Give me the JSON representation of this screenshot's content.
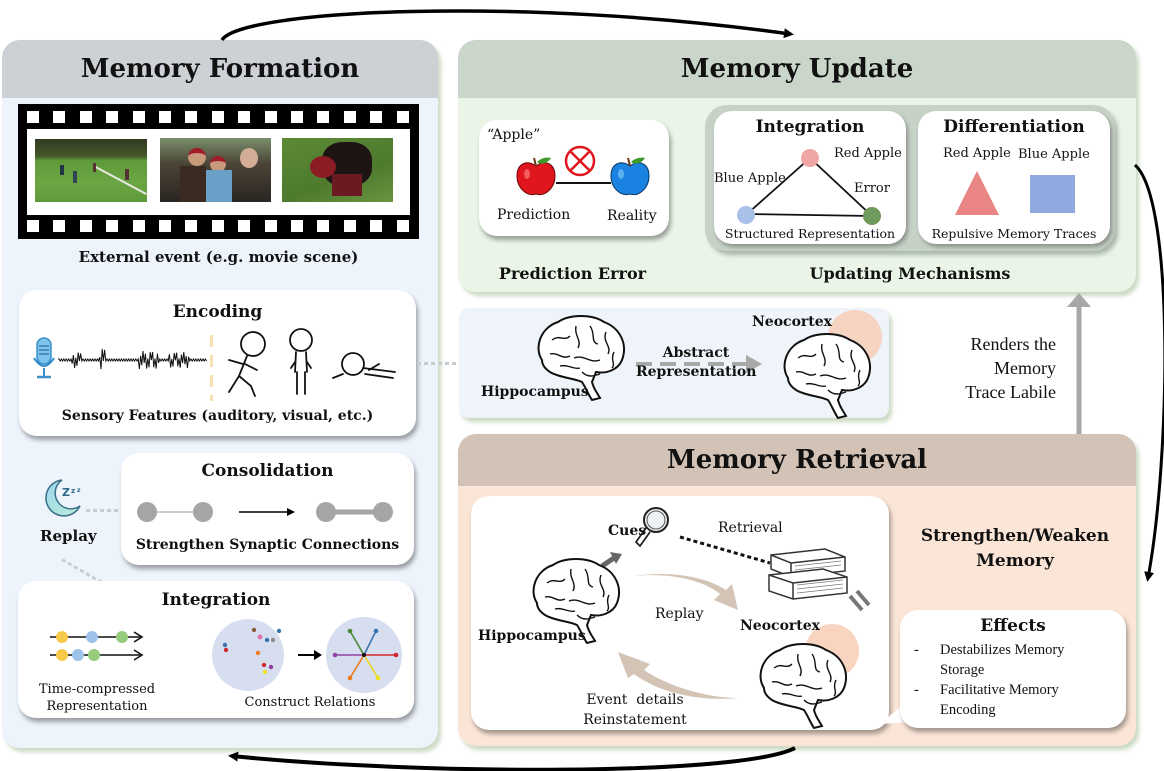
{
  "colors": {
    "formation_head": "#cdd0d4",
    "formation_body": "#eef4fc",
    "update_head": "#c9d6c9",
    "update_body": "#eaf5e8",
    "retrieval_head": "#d3c3b6",
    "retrieval_body": "#fbe5d7",
    "bridge_body": "#eef4fa",
    "red_node": "#f0a6a6",
    "blue_node": "#a9c0e8",
    "green_node": "#6f9a5e",
    "triangle": "#e98585",
    "square": "#8faadf",
    "grey_arrow": "#a8a8a8",
    "tan_arrow": "#d4c4b6",
    "neocortex_blob": "#f8cdb6",
    "hippocampus_blob": "#c7d3ee"
  },
  "formation": {
    "title": "Memory Formation",
    "film_caption": "External event (e.g. movie scene)",
    "film_frames": [
      "lacrosse-field-scene",
      "crowd-scene",
      "player-fallen-scene"
    ],
    "encoding": {
      "title": "Encoding",
      "caption": "Sensory Features (auditory, visual, etc.)"
    },
    "replay_label": "Replay",
    "consolidation": {
      "title": "Consolidation",
      "caption": "Strengthen Synaptic Connections"
    },
    "integration": {
      "title": "Integration",
      "left_caption_line1": "Time-compressed",
      "left_caption_line2": "Representation",
      "right_caption": "Construct Relations"
    }
  },
  "update": {
    "title": "Memory Update",
    "prediction_error": {
      "quote": "“Apple”",
      "prediction_label": "Prediction",
      "reality_label": "Reality",
      "caption": "Prediction Error"
    },
    "integration": {
      "title": "Integration",
      "red_label": "Red Apple",
      "blue_label": "Blue Apple",
      "error_label": "Error",
      "caption": "Structured Representation"
    },
    "differentiation": {
      "title": "Differentiation",
      "red_label": "Red Apple",
      "blue_label": "Blue Apple",
      "caption": "Repulsive Memory Traces"
    },
    "mechanisms_caption": "Updating Mechanisms"
  },
  "bridge": {
    "hippocampus_label": "Hippocampus",
    "arrow_label_line1": "Abstract",
    "arrow_label_line2": "Representation",
    "neocortex_label": "Neocortex"
  },
  "labile": {
    "line1": "Renders the",
    "line2": "Memory",
    "line3": "Trace Labile"
  },
  "retrieval": {
    "title": "Memory Retrieval",
    "cues_label": "Cues",
    "retrieval_label": "Retrieval",
    "replay_label": "Replay",
    "hippocampus_label": "Hippocampus",
    "neocortex_label": "Neocortex",
    "reinstatement_line1": "Event  details",
    "reinstatement_line2": "Reinstatement",
    "strength_line1": "Strengthen/Weaken",
    "strength_line2": "Memory",
    "effects": {
      "title": "Effects",
      "items": [
        {
          "bullet": "-",
          "line1": "Destabilizes Memory",
          "line2": "Storage"
        },
        {
          "bullet": "-",
          "line1": "Facilitative Memory",
          "line2": "Encoding"
        }
      ]
    }
  }
}
